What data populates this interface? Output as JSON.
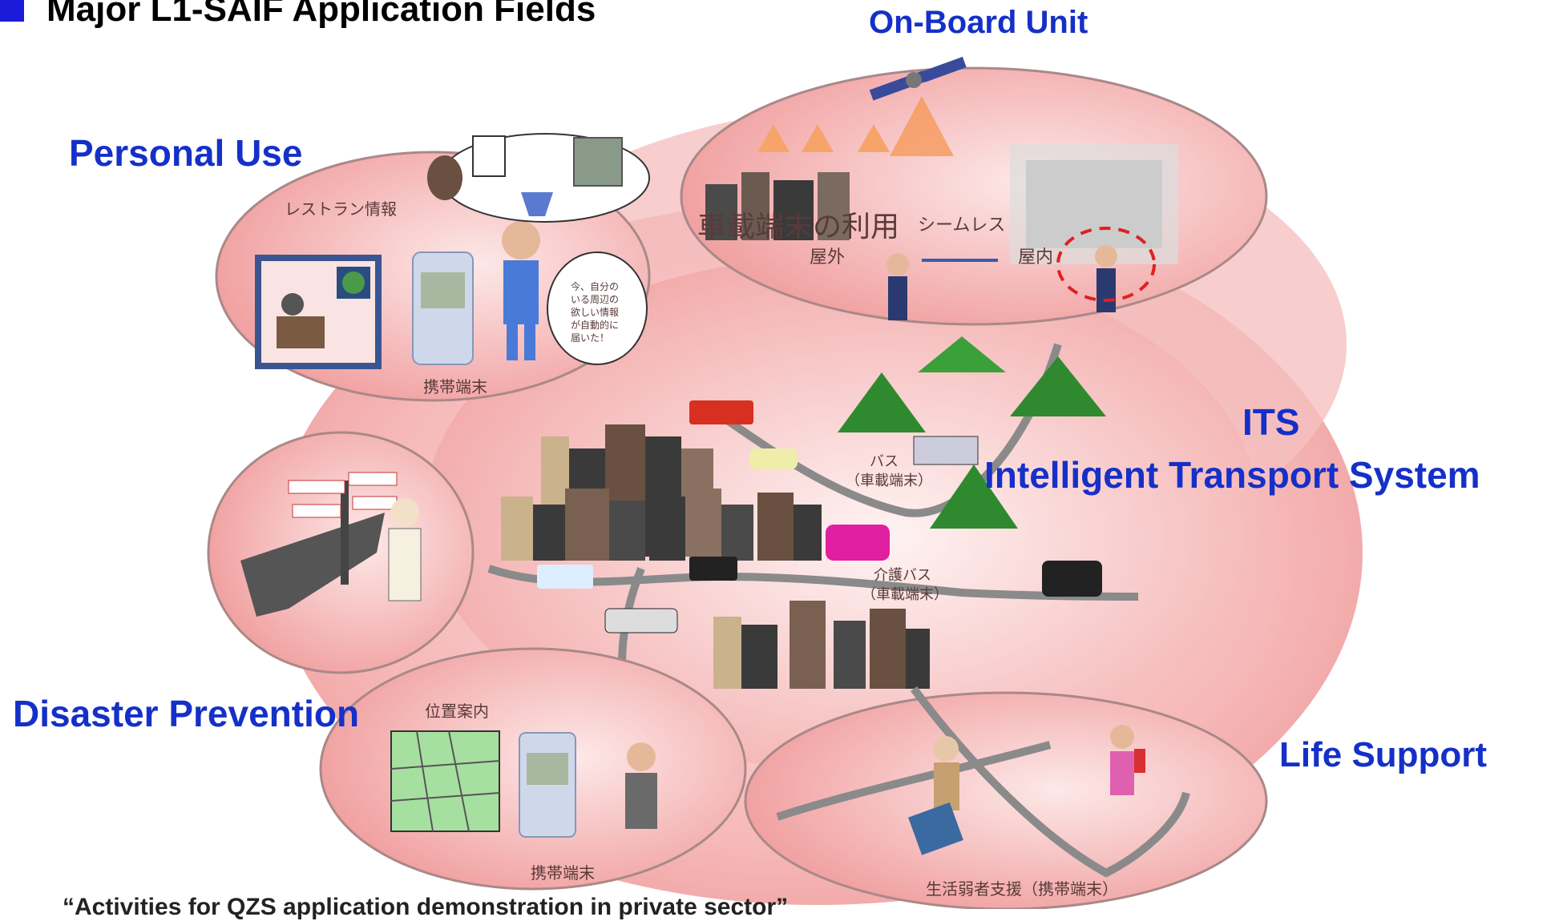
{
  "header": {
    "title": "Major L1-SAIF Application Fields"
  },
  "colors": {
    "bullet": "#1a1ad8",
    "label_blue": "#1530c8",
    "region_pink": "#f2a3a3",
    "region_light": "#f9d3d3"
  },
  "labels": {
    "on_board_unit": "On-Board Unit",
    "personal_use": "Personal Use",
    "its_abbr": "ITS",
    "its_full": "Intelligent Transport System",
    "disaster_prevention": "Disaster Prevention",
    "life_support": "Life Support"
  },
  "jp_labels": {
    "restaurant_info": "レストラン情報",
    "speech_bubble": [
      "今、自分の",
      "いる周辺の",
      "欲しい情報",
      "が自動的に",
      "届いた！"
    ],
    "mobile_terminal": "携帯端末",
    "vehicle_terminal_use": "車載端末の利用",
    "seamless": "シームレス",
    "outdoor": "屋外",
    "indoor": "屋内",
    "bus": "バス",
    "bus_terminal": "（車載端末）",
    "care_bus": "介護バス",
    "care_bus_terminal": "（車載端末）",
    "location_guide": "位置案内",
    "mobile_terminal_2": "携帯端末",
    "vulnerable_support": "生活弱者支援（携帯端末）"
  },
  "footnote": "“Activities for QZS application demonstration in private sector”"
}
